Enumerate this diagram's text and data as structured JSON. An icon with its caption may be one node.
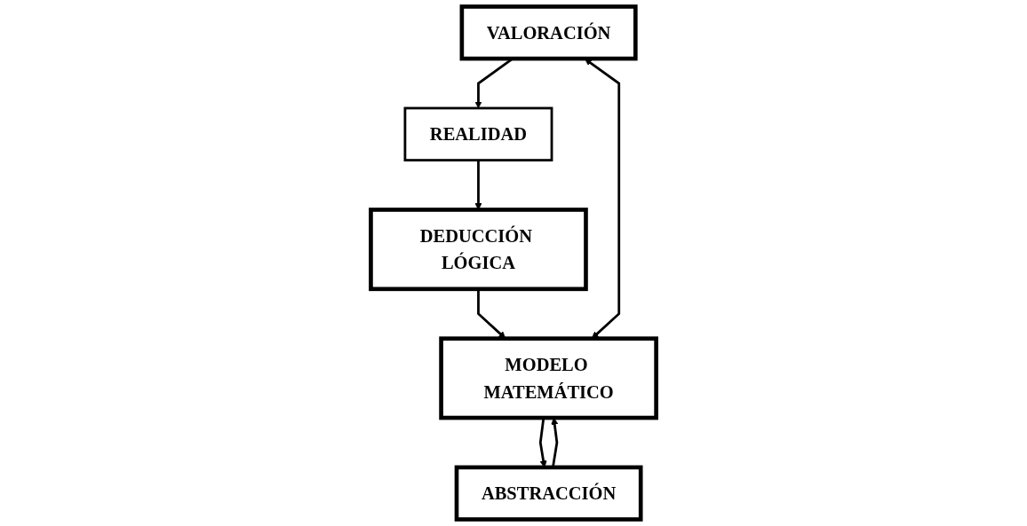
{
  "diagram": {
    "nodes": [
      {
        "text": [
          "REALIDAD"
        ]
      },
      {
        "text": [
          "VALORACIÓN"
        ]
      },
      {
        "text": [
          "DEDUCCIÓN LÓGICA"
        ]
      },
      {
        "text": [
          "ABSTRACCIÓN"
        ]
      },
      {
        "text": [
          "MODELO MATEMÁTICO"
        ]
      }
    ],
    "edges": [
      {
        "from": 1,
        "to": 0,
        "arrow": "to"
      },
      {
        "from": 0,
        "to": 2,
        "arrow": "to"
      },
      {
        "from": 2,
        "to": 4,
        "arrow": "to"
      },
      {
        "from": 4,
        "to": 3,
        "arrow": "to"
      },
      {
        "from": 3,
        "to": 4,
        "arrow": "to"
      },
      {
        "from": 1,
        "to": 4,
        "arrow": "both"
      }
    ]
  }
}
